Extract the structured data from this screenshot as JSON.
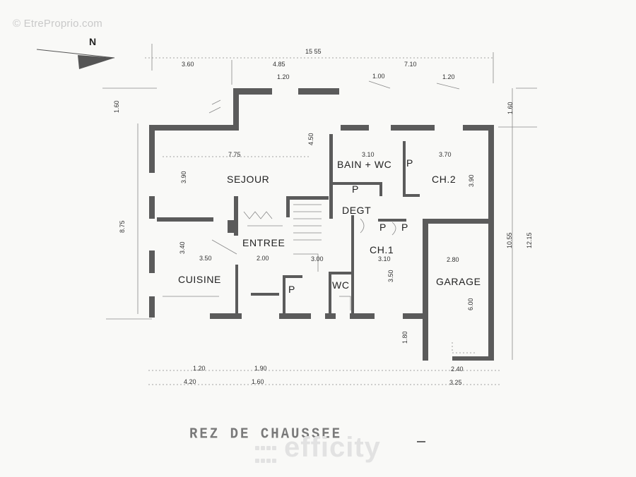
{
  "watermarks": {
    "top": "© EtreProprio.com",
    "bottom": "efficity"
  },
  "plan": {
    "title": "REZ DE CHAUSSEE",
    "north_label": "N",
    "rooms": {
      "sejour": "SEJOUR",
      "bain_wc": "BAIN + WC",
      "ch2": "CH.2",
      "degt": "DEGT",
      "entree": "ENTREE",
      "ch1": "CH.1",
      "cuisine": "CUISINE",
      "garage": "GARAGE",
      "wc": "WC",
      "p1": "P",
      "p2": "P",
      "p3": "P",
      "p4": "P",
      "p5": "P"
    },
    "dimensions": {
      "top_total": "15 55",
      "top_left": "3.60",
      "top_mid": "4.85",
      "top_right": "7.10",
      "top_w1": "1.20",
      "top_w2": "1.00",
      "top_w3": "1.20",
      "left_top": "1.60",
      "left_total": "8.75",
      "right_top": "1.60",
      "right_a": "10.55",
      "right_b": "12.15",
      "sejour_w": "7.75",
      "sejour_h": "3.90",
      "sejour_v": "4.50",
      "bain_w": "3.10",
      "ch2_w": "3.70",
      "ch2_h": "3.90",
      "cuisine_w": "3.50",
      "cuisine_h": "3.40",
      "entree_w": "2.00",
      "entree_r": "3.00",
      "ch1_w": "3.10",
      "ch1_h": "3.50",
      "garage_w": "2.80",
      "garage_h": "6.00",
      "garage_gap": "1.80",
      "bottom_a": "1.20",
      "bottom_b": "4.20",
      "bottom_c": "1.90",
      "bottom_d": "1.60",
      "bottom_e": "2.40",
      "bottom_f": "3.25"
    }
  }
}
